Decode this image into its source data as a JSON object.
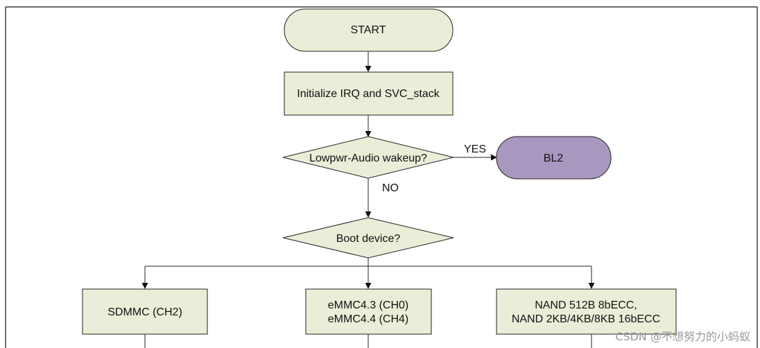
{
  "diagram": {
    "nodes": {
      "start": {
        "label": "START",
        "shape": "terminator",
        "fill": "#e8eed8"
      },
      "init": {
        "label": "Initialize IRQ and SVC_stack",
        "shape": "process",
        "fill": "#e8eed8"
      },
      "lowpwr": {
        "label": "Lowpwr-Audio wakeup?",
        "shape": "decision",
        "fill": "#e8eed8"
      },
      "bl2": {
        "label": "BL2",
        "shape": "terminator",
        "fill": "#a897bf"
      },
      "boot": {
        "label": "Boot device?",
        "shape": "decision",
        "fill": "#e8eed8"
      },
      "sdmmc": {
        "label": "SDMMC (CH2)",
        "shape": "process",
        "fill": "#e8eed8"
      },
      "emmc": {
        "label_line1": "eMMC4.3 (CH0)",
        "label_line2": "eMMC4.4 (CH4)",
        "shape": "process",
        "fill": "#e8eed8"
      },
      "nand": {
        "label_line1": "NAND 512B 8bECC,",
        "label_line2": "NAND 2KB/4KB/8KB 16bECC",
        "shape": "process",
        "fill": "#e8eed8"
      }
    },
    "edge_labels": {
      "yes": "YES",
      "no": "NO"
    },
    "colors": {
      "stroke": "#222222",
      "frame": "#111111",
      "box_fill": "#e8eed8",
      "bl2_fill": "#a897bf"
    }
  },
  "watermark": "CSDN @不想努力的小蚂蚁"
}
